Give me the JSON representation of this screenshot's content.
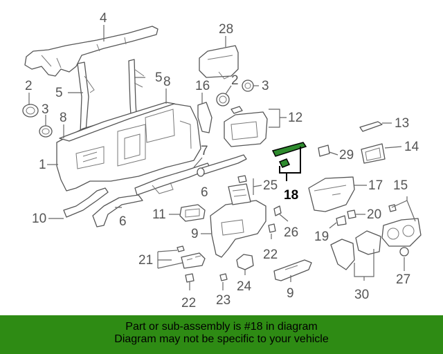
{
  "callouts": [
    {
      "id": "c4",
      "text": "4"
    },
    {
      "id": "c28",
      "text": "28"
    },
    {
      "id": "c2a",
      "text": "2"
    },
    {
      "id": "c3a",
      "text": "3"
    },
    {
      "id": "c5a",
      "text": "5"
    },
    {
      "id": "c5b",
      "text": "5"
    },
    {
      "id": "c8a",
      "text": "8"
    },
    {
      "id": "c8b",
      "text": "8"
    },
    {
      "id": "c16",
      "text": "16"
    },
    {
      "id": "c2b",
      "text": "2"
    },
    {
      "id": "c3b",
      "text": "3"
    },
    {
      "id": "c12",
      "text": "12"
    },
    {
      "id": "c13",
      "text": "13"
    },
    {
      "id": "c1",
      "text": "1"
    },
    {
      "id": "c7",
      "text": "7"
    },
    {
      "id": "c29",
      "text": "29"
    },
    {
      "id": "c14",
      "text": "14"
    },
    {
      "id": "c25",
      "text": "25"
    },
    {
      "id": "c18",
      "text": "18"
    },
    {
      "id": "c17",
      "text": "17"
    },
    {
      "id": "c15",
      "text": "15"
    },
    {
      "id": "c10",
      "text": "10"
    },
    {
      "id": "c6a",
      "text": "6"
    },
    {
      "id": "c6b",
      "text": "6"
    },
    {
      "id": "c11",
      "text": "11"
    },
    {
      "id": "c9a",
      "text": "9"
    },
    {
      "id": "c26",
      "text": "26"
    },
    {
      "id": "c20",
      "text": "20"
    },
    {
      "id": "c19",
      "text": "19"
    },
    {
      "id": "c22a",
      "text": "22"
    },
    {
      "id": "c21",
      "text": "21"
    },
    {
      "id": "c24",
      "text": "24"
    },
    {
      "id": "c9b",
      "text": "9"
    },
    {
      "id": "c22b",
      "text": "22"
    },
    {
      "id": "c23",
      "text": "23"
    },
    {
      "id": "c30",
      "text": "30"
    },
    {
      "id": "c27",
      "text": "27"
    }
  ],
  "highlighted_part": "18",
  "colors": {
    "banner": "#2e8b14",
    "highlight": "#2e8b2e",
    "line": "#555555"
  },
  "banner": {
    "line1": "Part or sub-assembly is #18 in diagram",
    "line2": "Diagram may not be specific to your vehicle"
  }
}
